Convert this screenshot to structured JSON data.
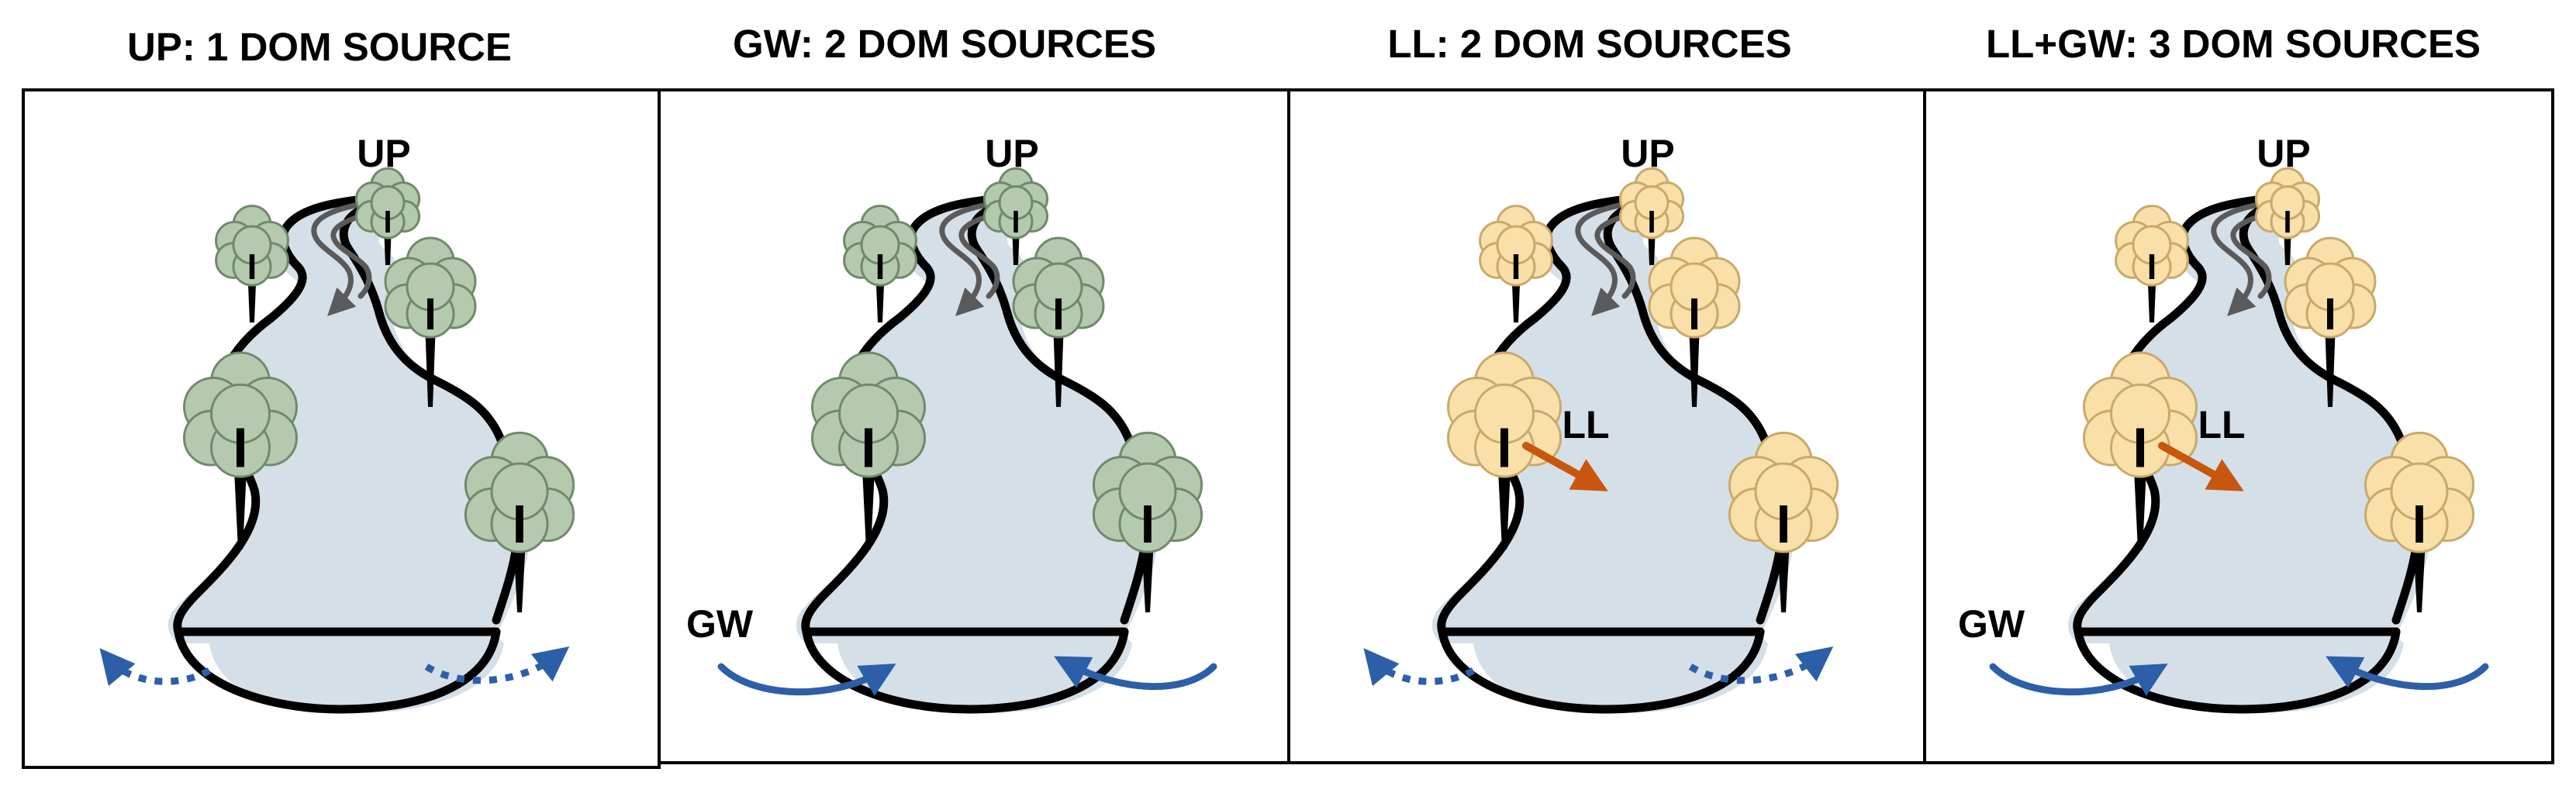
{
  "panels": [
    {
      "title": "UP: 1 DOM SOURCE",
      "labels": {
        "up": "UP"
      },
      "tree_color": "green",
      "groundwater": "out",
      "leaf_litter": false
    },
    {
      "title": "GW: 2 DOM SOURCES",
      "labels": {
        "up": "UP",
        "gw": "GW"
      },
      "tree_color": "green",
      "groundwater": "in",
      "leaf_litter": false
    },
    {
      "title": "LL:  2 DOM SOURCES",
      "labels": {
        "up": "UP",
        "ll": "LL"
      },
      "tree_color": "yellow",
      "groundwater": "out",
      "leaf_litter": true
    },
    {
      "title": "LL+GW: 3 DOM SOURCES",
      "labels": {
        "up": "UP",
        "ll": "LL",
        "gw": "GW"
      },
      "tree_color": "yellow",
      "groundwater": "in",
      "leaf_litter": true
    }
  ],
  "colors": {
    "river": "#d5dfe8",
    "tree_green": "#b5c9ae",
    "tree_yellow": "#f9dfa8",
    "groundwater_arrow": "#2d5fa8",
    "leaf_litter_arrow": "#c8560e",
    "upstream_arrow": "#5a5a5a"
  }
}
